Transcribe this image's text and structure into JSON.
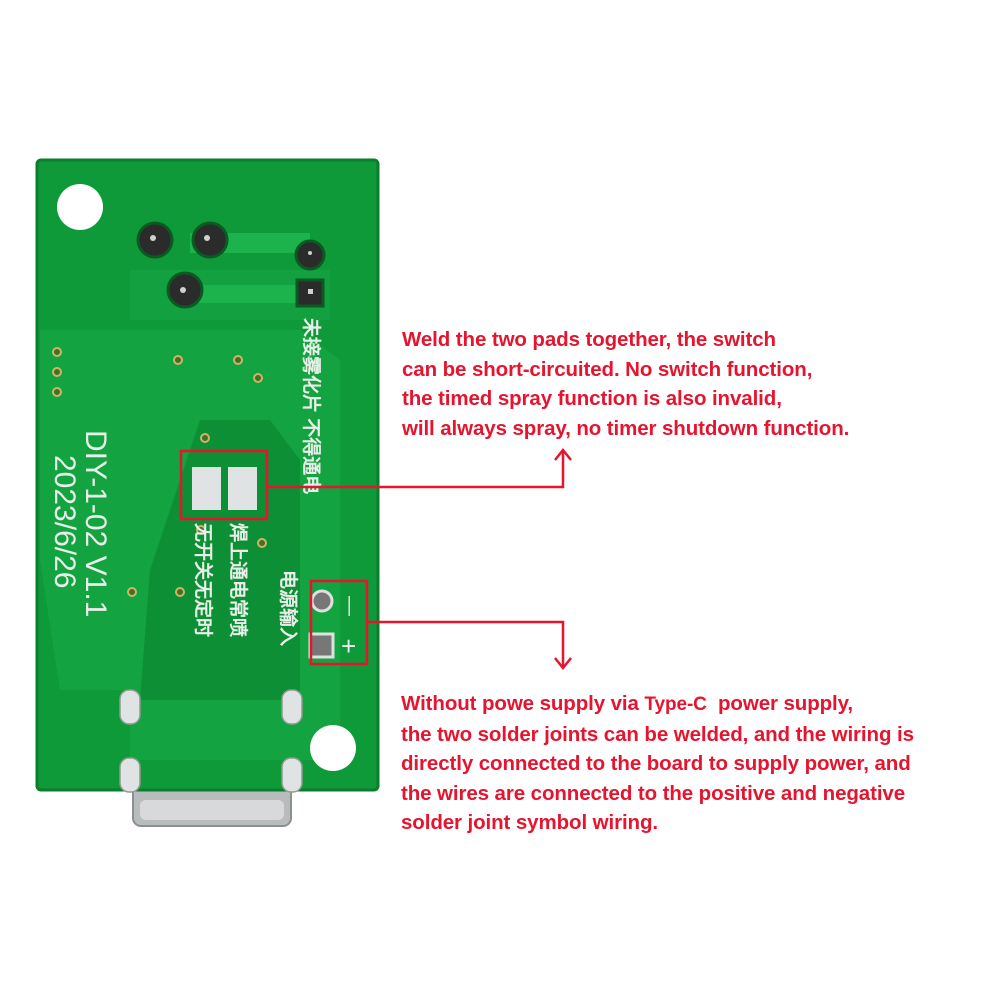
{
  "board": {
    "model_label": "DIY-1-02 V1.1",
    "date_label": "2023/6/26",
    "warning_label": "未接雾化片 不得通电",
    "power_input_label": "电源输入",
    "solder_label_line1": "焊上通电常喷",
    "solder_label_line2": "无开关无定时",
    "minus_symbol": "—",
    "plus_symbol": "+"
  },
  "annotations": {
    "switch_note": {
      "lines": [
        "Weld the two pads together, the switch",
        "can be short-circuited. No switch function,",
        "the timed spray function is also invalid,",
        "will always spray, no timer shutdown function."
      ]
    },
    "power_note": {
      "line1_prefix": "Without powe supply via ",
      "line1_highlight": "Type-C",
      "line1_suffix": "  power supply,",
      "lines": [
        "the two solder joints can be welded, and the wiring is",
        "directly connected to the board to supply power, and",
        "the wires are connected to the positive and negative",
        "solder joint symbol wiring."
      ]
    }
  },
  "colors": {
    "annotation_red": "#e5142f",
    "pcb_green": "#0f9a3a",
    "pcb_trace": "#17b04a"
  }
}
